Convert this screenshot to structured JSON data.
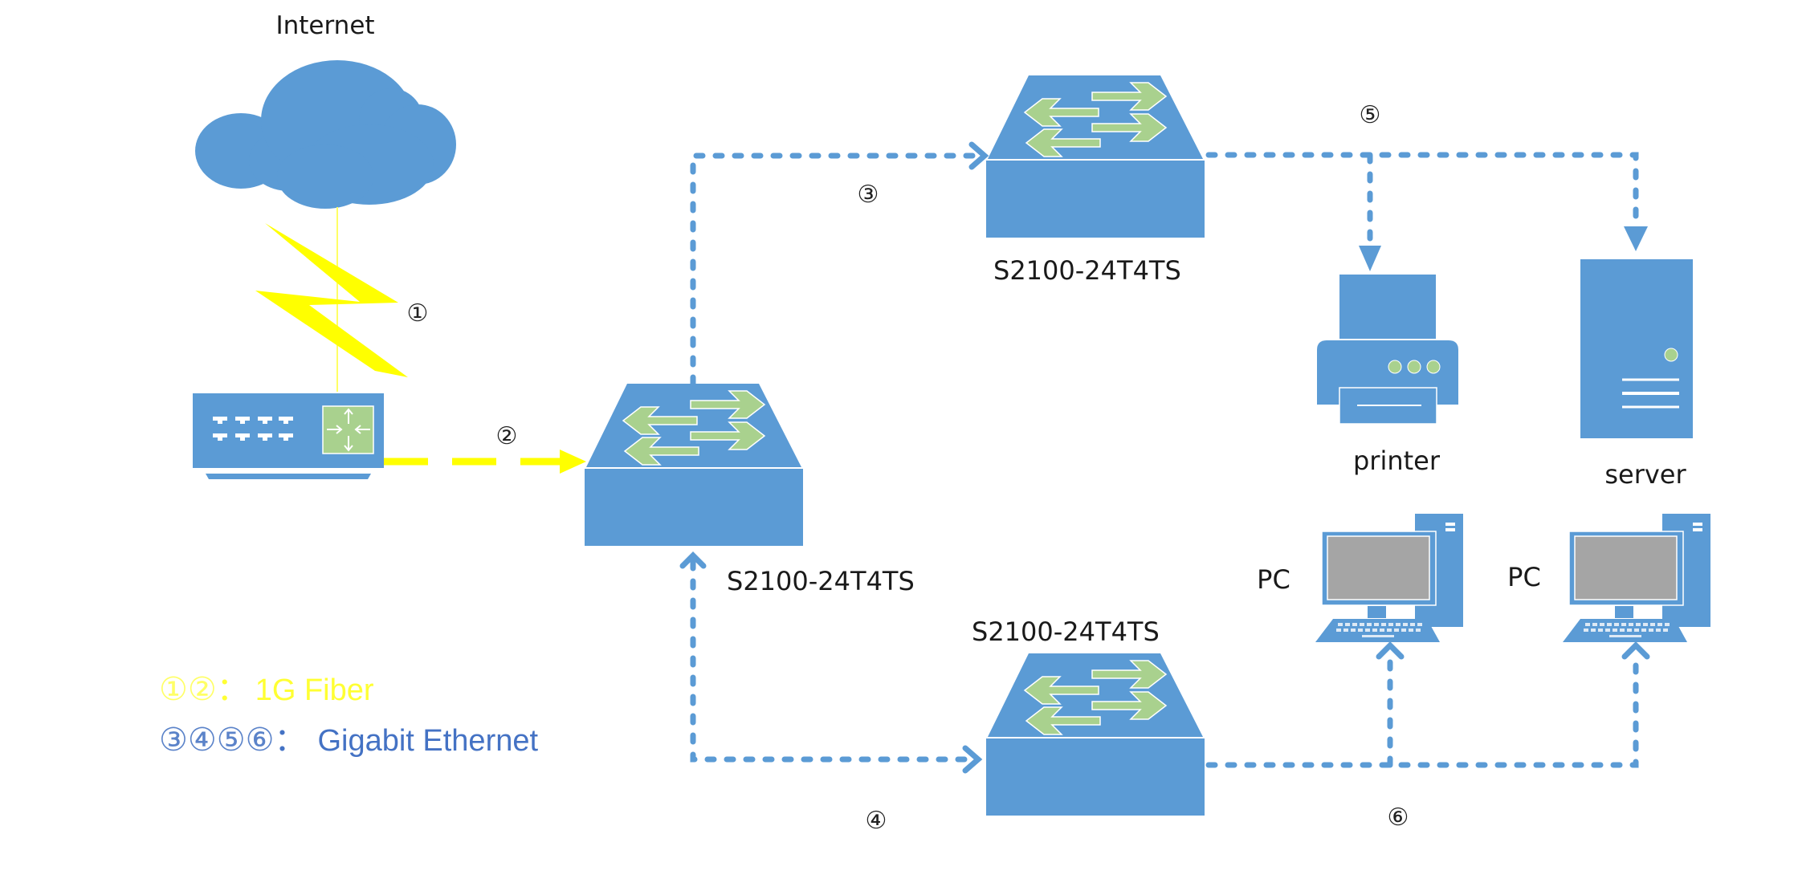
{
  "colors": {
    "device": "#5B9BD5",
    "arrow_green": "#A9D18E",
    "fiber": "#FFFF00",
    "ethernet_line": "#5B9BD5",
    "screen": "#A5A5A5",
    "legend_fiber": "#FFFF33",
    "legend_ethernet": "#4472C4",
    "text": "#1a1a1a"
  },
  "nodes": {
    "internet": {
      "label": "Internet"
    },
    "router": {
      "label": ""
    },
    "core_switch": {
      "label": "S2100-24T4TS"
    },
    "top_switch": {
      "label": "S2100-24T4TS"
    },
    "bottom_switch": {
      "label": "S2100-24T4TS"
    },
    "printer": {
      "label": "printer"
    },
    "server": {
      "label": "server"
    },
    "pc1": {
      "label": "PC"
    },
    "pc2": {
      "label": "PC"
    }
  },
  "links": [
    {
      "id": "1",
      "marker": "①",
      "from": "internet",
      "to": "router",
      "type": "1G Fiber"
    },
    {
      "id": "2",
      "marker": "②",
      "from": "router",
      "to": "core_switch",
      "type": "1G Fiber"
    },
    {
      "id": "3",
      "marker": "③",
      "from": "core_switch",
      "to": "top_switch",
      "type": "Gigabit Ethernet"
    },
    {
      "id": "4",
      "marker": "④",
      "from": "core_switch",
      "to": "bottom_switch",
      "type": "Gigabit Ethernet"
    },
    {
      "id": "5",
      "marker": "⑤",
      "from": "top_switch",
      "to": "printer, server",
      "type": "Gigabit Ethernet"
    },
    {
      "id": "6",
      "marker": "⑥",
      "from": "bottom_switch",
      "to": "pc1, pc2",
      "type": "Gigabit Ethernet"
    }
  ],
  "legend": {
    "fiber": {
      "markers": "①②",
      "sep": "：",
      "text": "1G Fiber"
    },
    "ethernet": {
      "markers": "③④⑤⑥",
      "sep": "：",
      "text": "Gigabit Ethernet"
    }
  }
}
